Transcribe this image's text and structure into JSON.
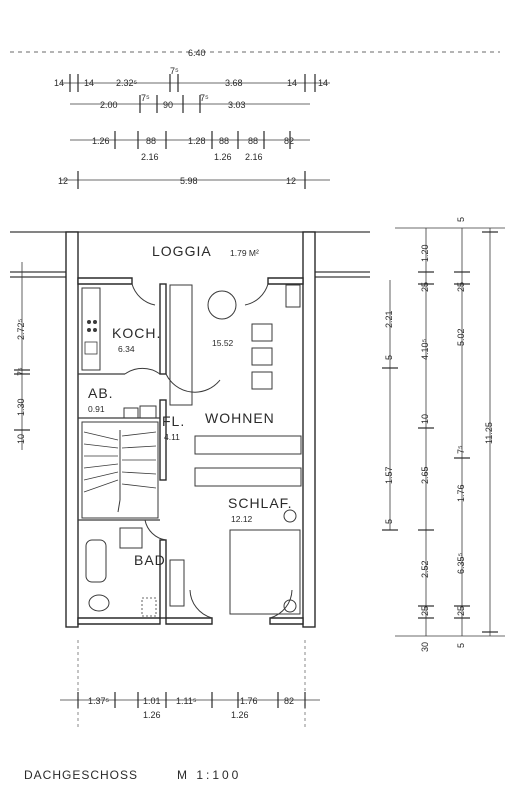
{
  "dims_top": {
    "overall": "6.40",
    "row2": [
      "14",
      "14",
      "2.32⁵",
      "7⁵",
      "3.68",
      "14",
      "14"
    ],
    "row3": [
      "2.00",
      "7⁵",
      "90",
      "7⁵",
      "3.03"
    ],
    "row4": [
      "1.26",
      "88",
      "1.28",
      "88",
      "88",
      "82"
    ],
    "row4b": [
      "2.16",
      "1.26",
      "2.16"
    ],
    "row5": [
      "12",
      "5.98",
      "12"
    ]
  },
  "dims_right": {
    "inner": [
      "5",
      "1.20",
      "25",
      "25",
      "2.21",
      "4.10⁵",
      "5.02",
      "5",
      "10",
      "7⁵",
      "2.65",
      "1.57",
      "1.76",
      "5",
      "2.52",
      "6.35⁵",
      "25",
      "25",
      "5",
      "11.25",
      "30"
    ]
  },
  "dims_left": [
    "2.72⁵",
    "7⁵",
    "1.30",
    "10"
  ],
  "dims_bottom": {
    "row1": [
      "1.37⁵",
      "1.01",
      "1.11⁵",
      "1.76",
      "82"
    ],
    "row2": [
      "1.26",
      "1.26"
    ]
  },
  "rooms": {
    "loggia": {
      "name": "LOGGIA",
      "area": "1.79 M²"
    },
    "koch": {
      "name": "KOCH.",
      "area": "6.34"
    },
    "ab": {
      "name": "AB.",
      "area": "0.91"
    },
    "fl": {
      "name": "FL.",
      "area": "4.11"
    },
    "wohnen": {
      "name": "WOHNEN",
      "area": "15.52"
    },
    "schlaf": {
      "name": "SCHLAF.",
      "area": "12.12"
    },
    "bad": {
      "name": "BAD"
    }
  },
  "caption": {
    "title": "DACHGESCHOSS",
    "scale": "M 1:100"
  }
}
